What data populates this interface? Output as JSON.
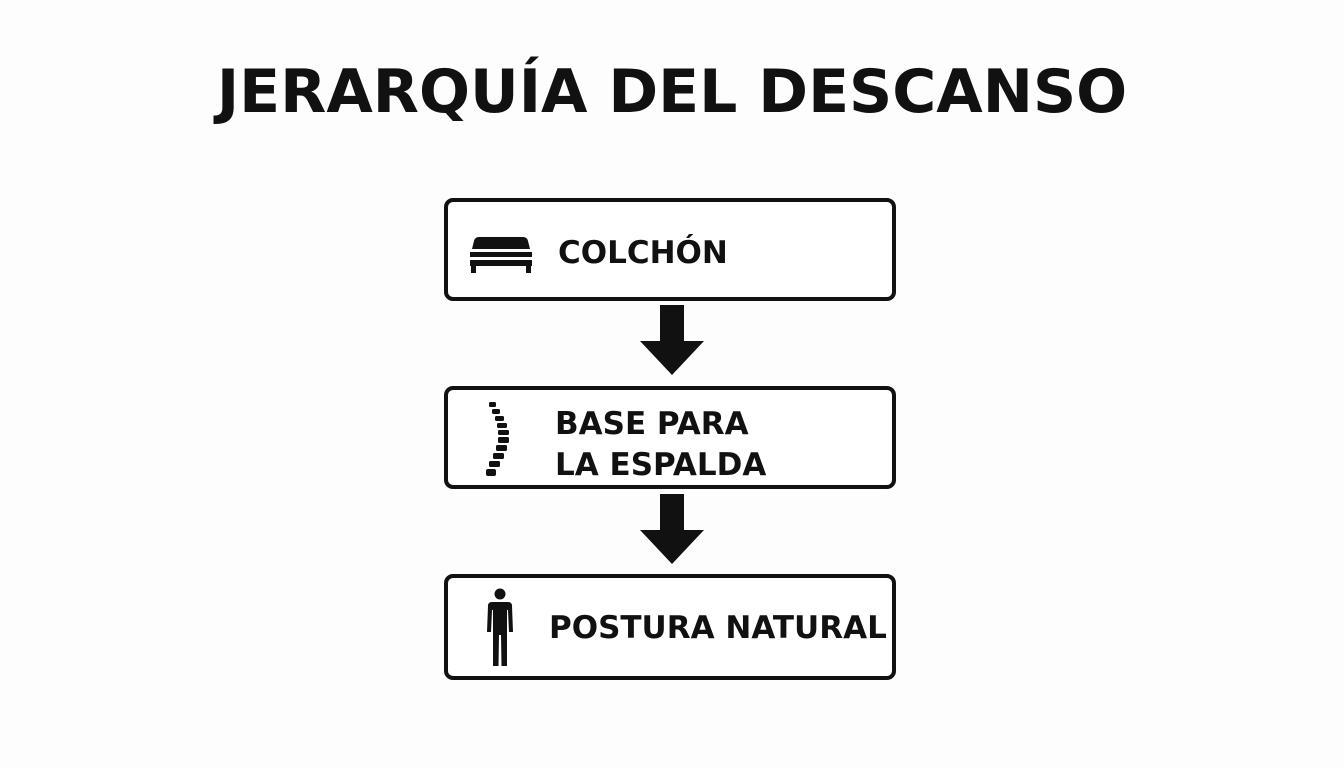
{
  "title": "JERARQUÍA DEL DESCANSO",
  "steps": [
    {
      "label": "COLCHÓN",
      "icon": "mattress-icon"
    },
    {
      "label_lines": [
        "BASE PARA",
        "LA ESPALDA"
      ],
      "icon": "spine-icon"
    },
    {
      "label": "POSTURA NATURAL",
      "icon": "person-icon"
    }
  ],
  "connectors": [
    "arrow-down-icon",
    "arrow-down-icon"
  ],
  "colors": {
    "ink": "#111111",
    "background": "#fdfdfd",
    "box_fill": "#ffffff"
  }
}
